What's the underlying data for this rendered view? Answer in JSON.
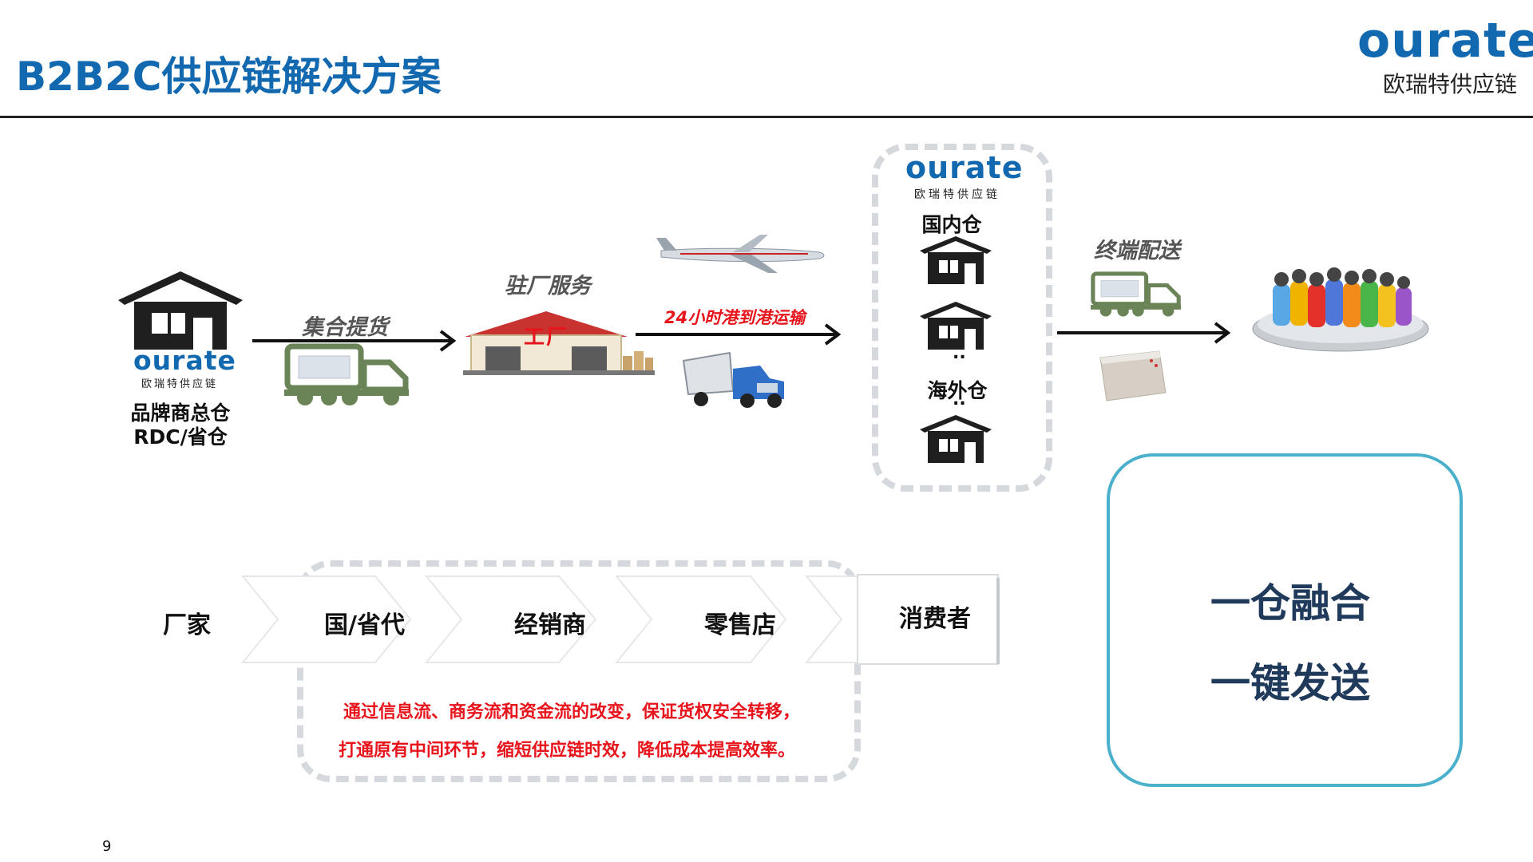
{
  "header": {
    "title": "B2B2C供应链解决方案",
    "logo_word": "ourate",
    "logo_cn": "欧瑞特供应链"
  },
  "flow": {
    "brand_logo_word": "ourate",
    "brand_logo_cn": "欧瑞特供应链",
    "brand_caption_line1": "品牌商总仓",
    "brand_caption_line2": "RDC/省仓",
    "step1_label": "集合提货",
    "step2_label": "驻厂服务",
    "factory_sign": "工厂",
    "step3_label": "24小时港到港运输",
    "warehouse_logo_word": "ourate",
    "warehouse_logo_cn": "欧瑞特供应链",
    "domestic_label": "国内仓",
    "overseas_label": "海外仓",
    "dots": "..",
    "step4_label": "终端配送"
  },
  "chain": {
    "steps": [
      "厂家",
      "国/省代",
      "经销商",
      "零售店"
    ],
    "consumer": "消费者",
    "note_line1": "通过信息流、商务流和资金流的改变，保证货权安全转移，",
    "note_line2": "打通原有中间环节，缩短供应链时效，降低成本提高效率。"
  },
  "slogans": {
    "line1": "一仓融合",
    "line2": "一键发送"
  },
  "page_number": "9",
  "colors": {
    "brand_blue": "#1369b0",
    "accent_red": "#e8141c",
    "frame_teal": "#4bb0cc",
    "dash_gray": "#d5d9dd"
  }
}
